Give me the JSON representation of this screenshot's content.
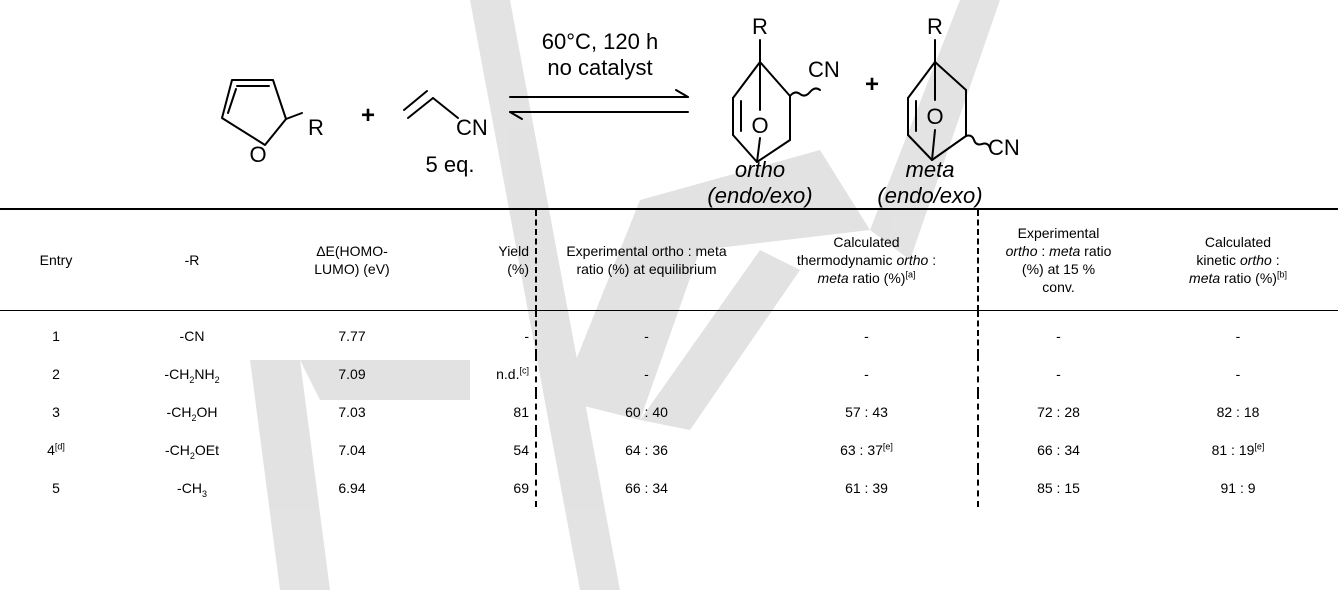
{
  "scheme": {
    "conditions_line1": "60°C, 120 h",
    "conditions_line2": "no catalyst",
    "equivalents": "5 eq.",
    "plus": "+",
    "r_label": "R",
    "cn_label": "CN",
    "o_label": "O",
    "ortho_label": "ortho",
    "ortho_sub": "(endo/exo)",
    "meta_label": "meta",
    "meta_sub": "(endo/exo)"
  },
  "table": {
    "headers": {
      "entry": "Entry",
      "r": "-R",
      "delta_e_1": "ΔE(HOMO-",
      "delta_e_2": "LUMO) (eV)",
      "yield_1": "Yield",
      "yield_2": "(%)",
      "exp_eq_1": "Experimental ortho : meta",
      "exp_eq_2": "ratio (%) at equilibrium",
      "calc_thermo_1": "Calculated",
      "calc_thermo_2": "thermodynamic ",
      "calc_thermo_ortho": "ortho",
      "calc_thermo_3": " :",
      "calc_thermo_meta": "meta",
      "calc_thermo_4": " ratio (%)",
      "calc_thermo_sup": "[a]",
      "exp_conv_1": "Experimental",
      "exp_conv_ortho": "ortho",
      "exp_conv_colon": " : ",
      "exp_conv_meta": "meta",
      "exp_conv_2": " ratio",
      "exp_conv_3": "(%) at 15 %",
      "exp_conv_4": "conv.",
      "calc_kin_1": "Calculated",
      "calc_kin_2": "kinetic ",
      "calc_kin_ortho": "ortho",
      "calc_kin_3": " :",
      "calc_kin_meta": "meta",
      "calc_kin_4": " ratio (%)",
      "calc_kin_sup": "[b]"
    },
    "rows": [
      {
        "entry": "1",
        "entry_sup": "",
        "r": "-CN",
        "r_sub": "",
        "r_mid": "",
        "r_sub2": "",
        "de": "7.77",
        "yield": "-",
        "yield_sup": "",
        "exp_eq": "-",
        "calc_thermo": "-",
        "calc_thermo_sup": "",
        "exp_conv": "-",
        "calc_kin": "-",
        "calc_kin_sup": ""
      },
      {
        "entry": "2",
        "entry_sup": "",
        "r": "-CH",
        "r_sub": "2",
        "r_mid": "NH",
        "r_sub2": "2",
        "de": "7.09",
        "yield": "n.d.",
        "yield_sup": "[c]",
        "exp_eq": "-",
        "calc_thermo": "-",
        "calc_thermo_sup": "",
        "exp_conv": "-",
        "calc_kin": "-",
        "calc_kin_sup": ""
      },
      {
        "entry": "3",
        "entry_sup": "",
        "r": "-CH",
        "r_sub": "2",
        "r_mid": "OH",
        "r_sub2": "",
        "de": "7.03",
        "yield": "81",
        "yield_sup": "",
        "exp_eq": "60 : 40",
        "calc_thermo": "57 : 43",
        "calc_thermo_sup": "",
        "exp_conv": "72 : 28",
        "calc_kin": "82 : 18",
        "calc_kin_sup": ""
      },
      {
        "entry": "4",
        "entry_sup": "[d]",
        "r": "-CH",
        "r_sub": "2",
        "r_mid": "OEt",
        "r_sub2": "",
        "de": "7.04",
        "yield": "54",
        "yield_sup": "",
        "exp_eq": "64 : 36",
        "calc_thermo": "63 : 37",
        "calc_thermo_sup": "[e]",
        "exp_conv": "66 : 34",
        "calc_kin": "81 : 19",
        "calc_kin_sup": "[e]"
      },
      {
        "entry": "5",
        "entry_sup": "",
        "r": "-CH",
        "r_sub": "3",
        "r_mid": "",
        "r_sub2": "",
        "de": "6.94",
        "yield": "69",
        "yield_sup": "",
        "exp_eq": "66 : 34",
        "calc_thermo": "61 : 39",
        "calc_thermo_sup": "",
        "exp_conv": "85 : 15",
        "calc_kin": "91 : 9",
        "calc_kin_sup": ""
      }
    ]
  },
  "colors": {
    "watermark": "#d9d9d9",
    "text": "#000000"
  }
}
